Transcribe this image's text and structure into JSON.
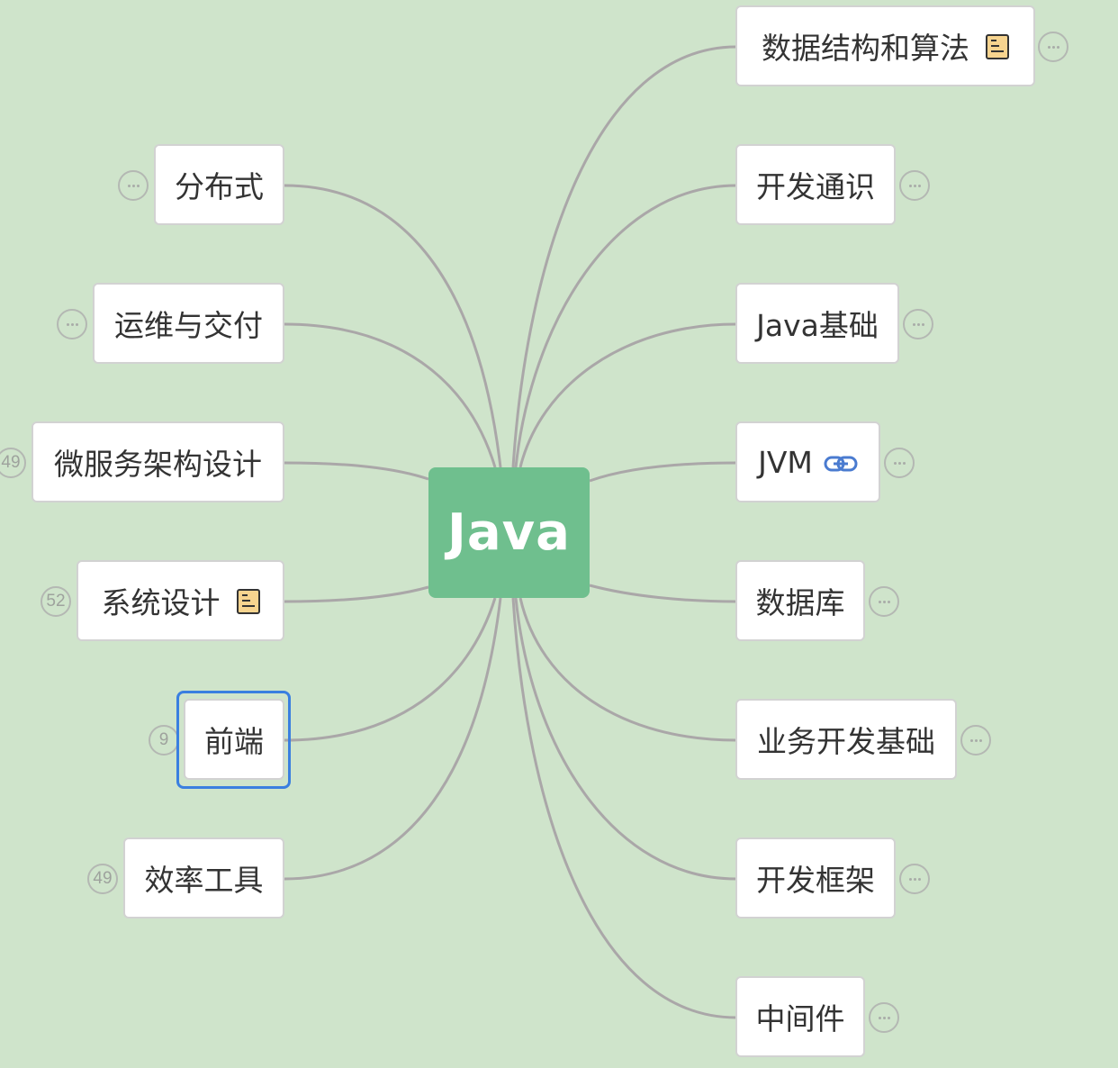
{
  "root": {
    "label": "Java"
  },
  "branches": {
    "right": [
      {
        "id": "algo",
        "label": "数据结构和算法",
        "has_note": true
      },
      {
        "id": "dev-general",
        "label": "开发通识"
      },
      {
        "id": "java-basic",
        "label": "Java基础"
      },
      {
        "id": "jvm",
        "label": "JVM",
        "has_link": true
      },
      {
        "id": "database",
        "label": "数据库"
      },
      {
        "id": "biz-dev",
        "label": "业务开发基础"
      },
      {
        "id": "framework",
        "label": "开发框架"
      },
      {
        "id": "middleware",
        "label": "中间件"
      }
    ],
    "left": [
      {
        "id": "distributed",
        "label": "分布式"
      },
      {
        "id": "ops",
        "label": "运维与交付"
      },
      {
        "id": "microservice",
        "label": "微服务架构设计",
        "badge": "49"
      },
      {
        "id": "system-design",
        "label": "系统设计",
        "badge": "52",
        "has_note": true
      },
      {
        "id": "frontend",
        "label": "前端",
        "badge": "9",
        "selected": true
      },
      {
        "id": "efficiency",
        "label": "效率工具",
        "badge": "49"
      }
    ]
  },
  "colors": {
    "background": "#cfe4cb",
    "root_fill": "#6fbf8e",
    "link_stroke": "#aaa7a8",
    "selection": "#3a7fe0",
    "note_fill": "#f7d48f"
  },
  "icons": {
    "note": "note-icon",
    "link": "link-icon",
    "collapse": "collapse-dots-icon"
  }
}
